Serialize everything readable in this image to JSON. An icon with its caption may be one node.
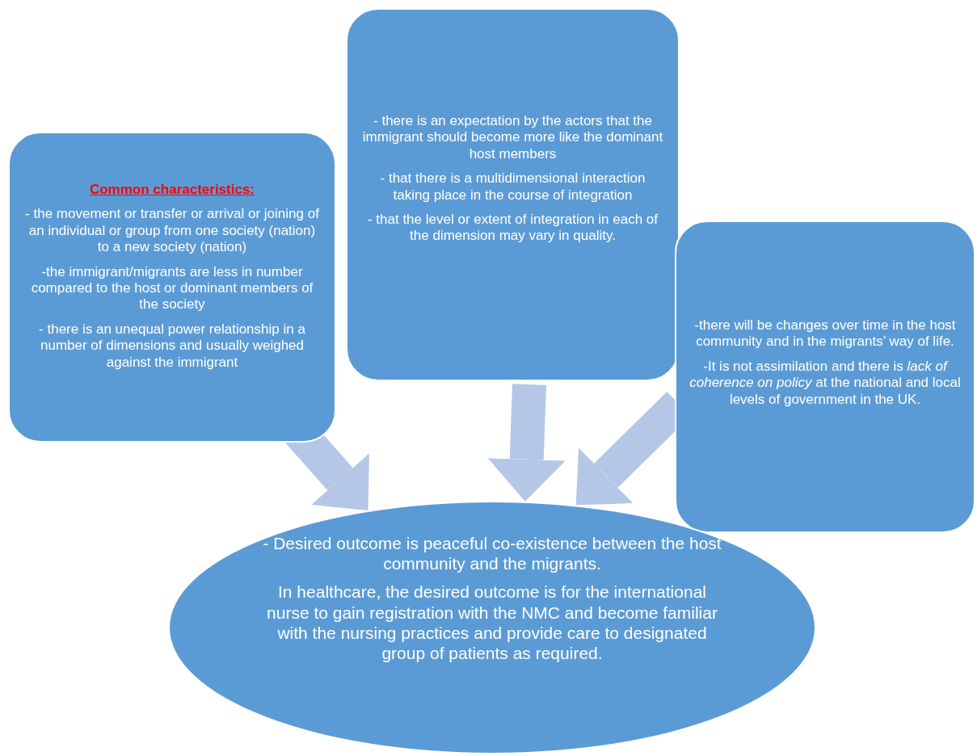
{
  "diagram": {
    "nodes": [
      {
        "text": [
          "Common characteristics:",
          "- the movement or transfer or arrival or joining of an individual or group from one society (nation) to a new society (nation)",
          "-the immigrant/migrants are less in number compared to the host or dominant members of the society",
          "- there is an unequal power relationship in a number of dimensions and usually weighed against the immigrant"
        ]
      },
      {
        "text": [
          "- there is an expectation by the actors that the immigrant should become more like the dominant host members",
          "- that there is a multidimensional interaction taking place in the course of integration",
          "-  that the level or extent of integration in each of the dimension may vary in quality."
        ]
      },
      {
        "text": [
          "-there will be changes over time in the host community and in the migrants’ way of life.",
          "-It is not assimilation and there is *lack of coherence on policy* at the national and local levels of government in the UK."
        ]
      },
      {
        "text": [
          "- Desired outcome is peaceful co-existence between the host community and the migrants.",
          "In healthcare, the desired outcome is for the international nurse to gain registration with the NMC and become familiar with the nursing practices and provide care to designated group of patients as required."
        ]
      }
    ],
    "edges": [
      {
        "from": 0,
        "to": 3,
        "arrow": "to"
      },
      {
        "from": 1,
        "to": 3,
        "arrow": "to"
      },
      {
        "from": 2,
        "to": 3,
        "arrow": "to"
      }
    ]
  }
}
